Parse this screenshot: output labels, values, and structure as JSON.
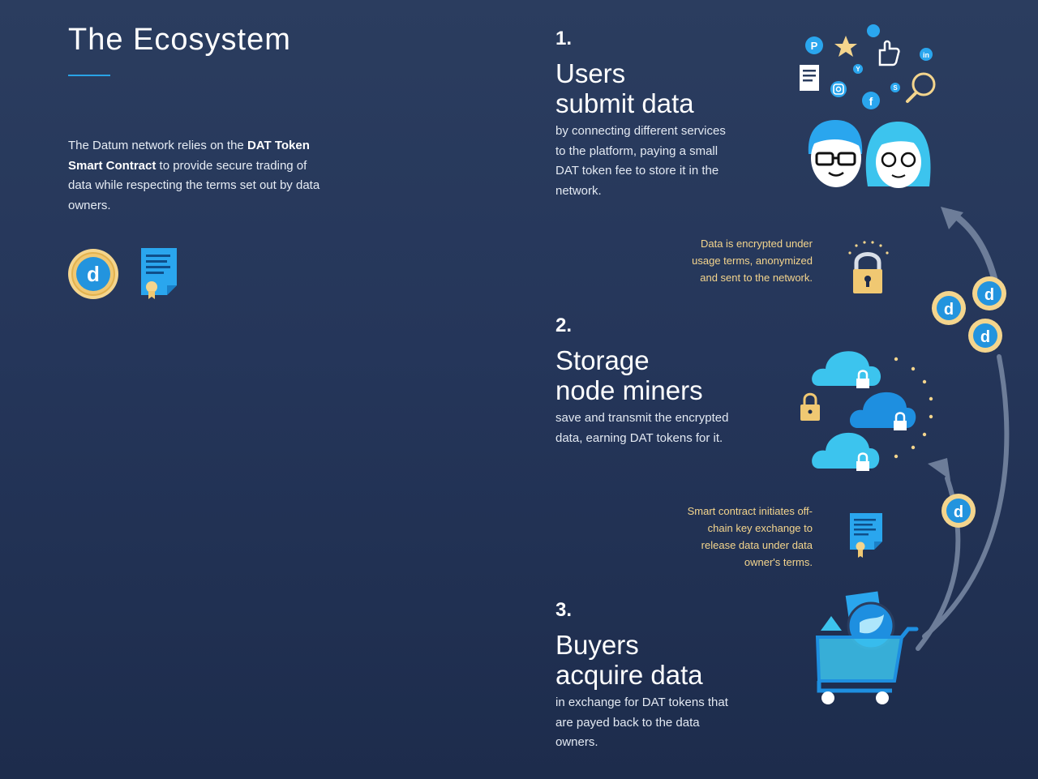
{
  "page": {
    "title": "The Ecosystem",
    "intro": {
      "part1": "The Datum network relies on the ",
      "bold1": "DAT Token Smart Contract",
      "part2": " to provide secure trading of data while respecting the terms set out by data owners."
    }
  },
  "steps": [
    {
      "number": "1.",
      "heading_line1": "Users",
      "heading_line2": "submit data",
      "description": "by connecting different services to the platform, paying a small DAT token fee to store it in the network."
    },
    {
      "number": "2.",
      "heading_line1": "Storage",
      "heading_line2": "node miners",
      "description": "save and transmit the encrypted data, earning DAT tokens for it."
    },
    {
      "number": "3.",
      "heading_line1": "Buyers",
      "heading_line2": "acquire data",
      "description": "in exchange for DAT tokens that are payed back to the data owners."
    }
  ],
  "notes": {
    "encryption": "Data is encrypted under usage terms, anonymized and sent to the network.",
    "contract": "Smart contract initiates off-chain key exchange to release data under data owner's terms."
  },
  "icons": {
    "token_letter": "d",
    "logo_letters": {
      "pinterest": "P",
      "facebook": "f",
      "linkedin": "in",
      "yahoo": "Y",
      "skype": "S"
    }
  },
  "colors": {
    "accent": "#29a3e6",
    "gold": "#f4d58d",
    "coin_blue": "#2394de",
    "cloud": "#3cc4ee",
    "cloud_dark": "#1e8fe0"
  }
}
